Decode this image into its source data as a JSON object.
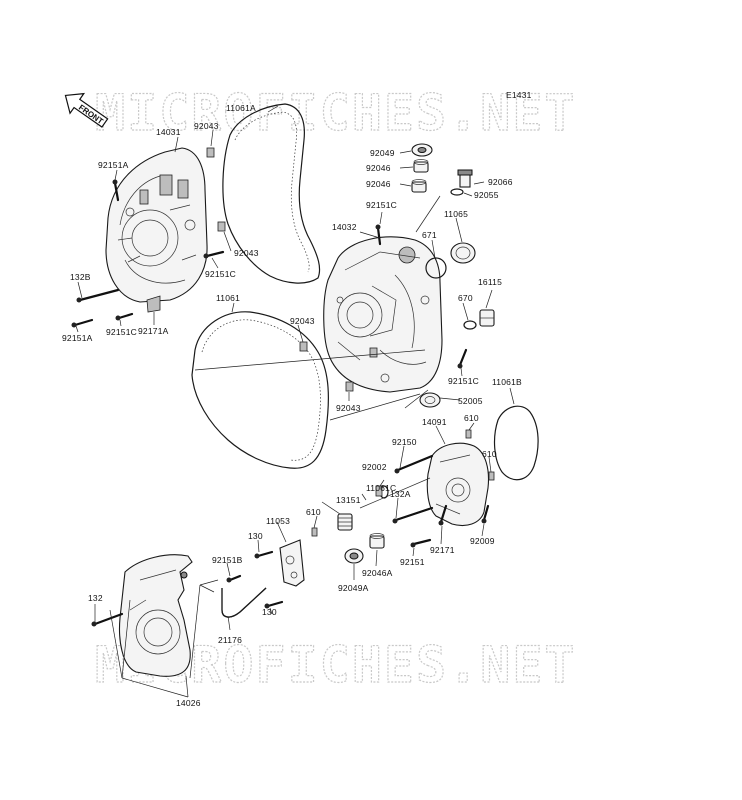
{
  "diagram_code": "E1431",
  "front_arrow_text": "FRONT",
  "watermark_text": [
    "MICROFICHES.NET",
    "MICROFICHES.NET"
  ],
  "labels": [
    {
      "id": "l11061a_top",
      "text": "11061A"
    },
    {
      "id": "l14031",
      "text": "14031"
    },
    {
      "id": "l92043_a",
      "text": "92043"
    },
    {
      "id": "l92151a_top",
      "text": "92151A"
    },
    {
      "id": "l92043_b",
      "text": "92043"
    },
    {
      "id": "l92151c_a",
      "text": "92151C"
    },
    {
      "id": "l132b",
      "text": "132B"
    },
    {
      "id": "l92151a_bot",
      "text": "92151A"
    },
    {
      "id": "l92151c_b",
      "text": "92151C"
    },
    {
      "id": "l92171a",
      "text": "92171A"
    },
    {
      "id": "l11061",
      "text": "11061"
    },
    {
      "id": "l92043_c",
      "text": "92043"
    },
    {
      "id": "l92043_d",
      "text": "92043"
    },
    {
      "id": "l92049",
      "text": "92049"
    },
    {
      "id": "l92046_a",
      "text": "92046"
    },
    {
      "id": "l92046_b",
      "text": "92046"
    },
    {
      "id": "l92066",
      "text": "92066"
    },
    {
      "id": "l92055",
      "text": "92055"
    },
    {
      "id": "l92151c_c",
      "text": "92151C"
    },
    {
      "id": "l11065",
      "text": "11065"
    },
    {
      "id": "l14032",
      "text": "14032"
    },
    {
      "id": "l671",
      "text": "671"
    },
    {
      "id": "l16115",
      "text": "16115"
    },
    {
      "id": "l670",
      "text": "670"
    },
    {
      "id": "l92151c_d",
      "text": "92151C"
    },
    {
      "id": "l11061b",
      "text": "11061B"
    },
    {
      "id": "l52005",
      "text": "52005"
    },
    {
      "id": "l610_a",
      "text": "610"
    },
    {
      "id": "l14091",
      "text": "14091"
    },
    {
      "id": "l92150",
      "text": "92150"
    },
    {
      "id": "l610_b",
      "text": "610"
    },
    {
      "id": "l92002",
      "text": "92002"
    },
    {
      "id": "l11061c",
      "text": "11061C"
    },
    {
      "id": "l13151",
      "text": "13151"
    },
    {
      "id": "l132a",
      "text": "132A"
    },
    {
      "id": "l11053",
      "text": "11053"
    },
    {
      "id": "l610_c",
      "text": "610"
    },
    {
      "id": "l130_a",
      "text": "130"
    },
    {
      "id": "l92171",
      "text": "92171"
    },
    {
      "id": "l92009",
      "text": "92009"
    },
    {
      "id": "l92151b",
      "text": "92151B"
    },
    {
      "id": "l92151",
      "text": "92151"
    },
    {
      "id": "l92046a",
      "text": "92046A"
    },
    {
      "id": "l92049a",
      "text": "92049A"
    },
    {
      "id": "l132",
      "text": "132"
    },
    {
      "id": "l130_b",
      "text": "130"
    },
    {
      "id": "l21176",
      "text": "21176"
    },
    {
      "id": "l14026",
      "text": "14026"
    }
  ]
}
